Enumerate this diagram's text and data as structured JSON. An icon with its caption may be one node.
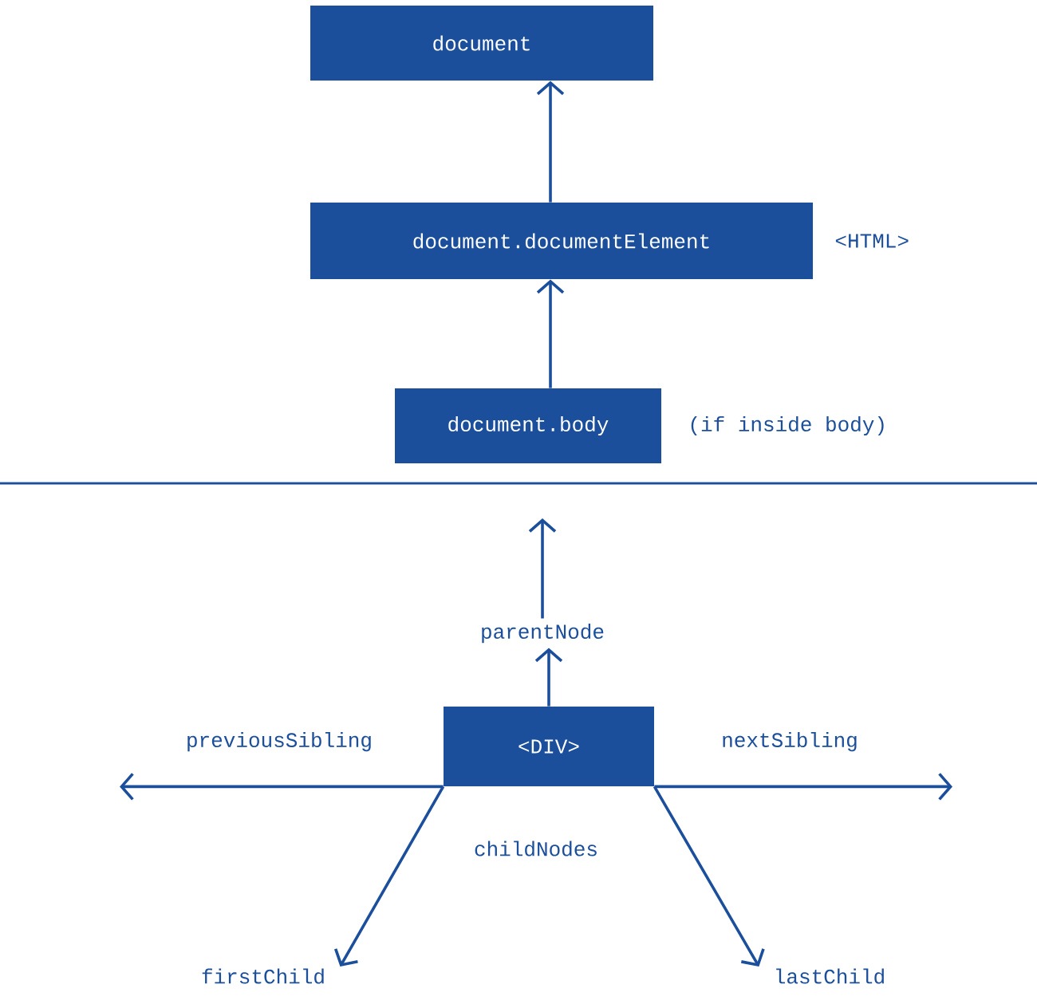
{
  "diagram": {
    "nodes": [
      {
        "text": [
          "document"
        ]
      },
      {
        "text": [
          "document.documentElement"
        ],
        "beside": [
          "<HTML>"
        ]
      },
      {
        "text": [
          "document.body"
        ],
        "beside": [
          "(if inside body)"
        ]
      },
      {
        "text": [
          "parentNode"
        ]
      },
      {
        "text": [
          "<DIV>"
        ]
      },
      {
        "text": [
          "firstChild"
        ]
      },
      {
        "text": [
          "lastChild"
        ]
      }
    ],
    "edges": [
      {
        "from": 1,
        "to": 0,
        "arrow": "to"
      },
      {
        "from": 2,
        "to": 1,
        "arrow": "to"
      },
      {
        "from": 3,
        "to": null,
        "arrow": "to"
      },
      {
        "from": 4,
        "to": 3,
        "arrow": "to"
      },
      {
        "from": 4,
        "to": null,
        "arrow": "to",
        "label": "previousSibling"
      },
      {
        "from": 4,
        "to": null,
        "arrow": "to",
        "label": "nextSibling"
      },
      {
        "from": 4,
        "to": 5,
        "arrow": "to"
      },
      {
        "from": 4,
        "to": 6,
        "arrow": "to"
      }
    ],
    "labels": [
      "childNodes"
    ]
  }
}
